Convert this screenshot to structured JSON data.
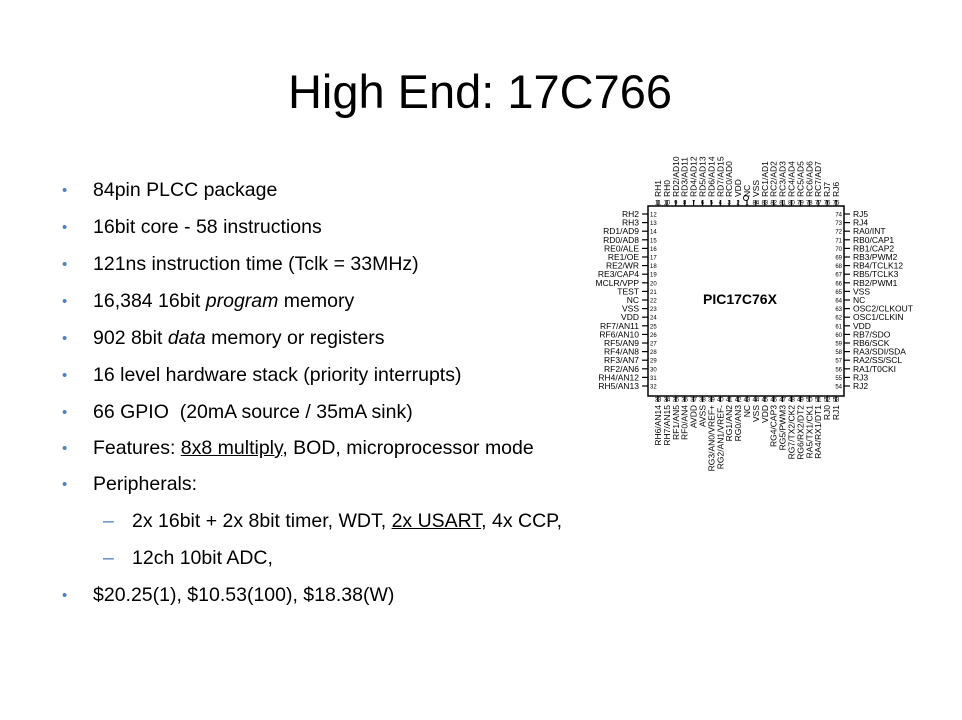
{
  "slide": {
    "title": "High End: 17C766",
    "bullets": {
      "b1": "84pin PLCC package",
      "b2": "16bit core - 58 instructions",
      "b3": "121ns instruction time (Tclk = 33MHz)",
      "b4_prefix": "16,384 16bit ",
      "b4_italic": "program",
      "b4_suffix": " memory",
      "b5_prefix": "902 8bit ",
      "b5_italic": "data",
      "b5_suffix": " memory or registers",
      "b6": "16 level hardware stack (priority interrupts)",
      "b7": "66 GPIO  (20mA source / 35mA sink)",
      "b8_prefix": "Features: ",
      "b8_underline": "8x8 multiply",
      "b8_suffix": ", BOD, microprocessor mode",
      "b9": "Peripherals:",
      "b10_prefix": "2x 16bit + 2x 8bit timer, WDT, ",
      "b10_underline": "2x USART",
      "b10_suffix": ", 4x CCP, ",
      "b11": "12ch 10bit ADC,",
      "b12": "$20.25(1), $10.53(100), $18.38(W)"
    }
  },
  "chip": {
    "name": "PIC17C76X",
    "left_pins": {
      "labels": [
        "RH2",
        "RH3",
        "RD1/AD9",
        "RD0/AD8",
        "RE0/ALE",
        "RE1/OE",
        "RE2/WR",
        "RE3/CAP4",
        "MCLR/VPP",
        "TEST",
        "NC",
        "VSS",
        "VDD",
        "RF7/AN11",
        "RF6/AN10",
        "RF5/AN9",
        "RF4/AN8",
        "RF3/AN7",
        "RF2/AN6",
        "RH4/AN12",
        "RH5/AN13"
      ],
      "numbers": [
        "12",
        "13",
        "14",
        "15",
        "16",
        "17",
        "18",
        "19",
        "20",
        "21",
        "22",
        "23",
        "24",
        "25",
        "26",
        "27",
        "28",
        "29",
        "30",
        "31",
        "32"
      ]
    },
    "right_pins": {
      "labels": [
        "RJ5",
        "RJ4",
        "RA0/INT",
        "RB0/CAP1",
        "RB1/CAP2",
        "RB3/PWM2",
        "RB4/TCLK12",
        "RB5/TCLK3",
        "RB2/PWM1",
        "VSS",
        "NC",
        "OSC2/CLKOUT",
        "OSC1/CLKIN",
        "VDD",
        "RB7/SDO",
        "RB6/SCK",
        "RA3/SDI/SDA",
        "RA2/SS/SCL",
        "RA1/T0CKI",
        "RJ3",
        "RJ2"
      ],
      "numbers": [
        "74",
        "73",
        "72",
        "71",
        "70",
        "69",
        "68",
        "67",
        "66",
        "65",
        "64",
        "63",
        "62",
        "61",
        "60",
        "59",
        "58",
        "57",
        "56",
        "55",
        "54"
      ]
    },
    "top_pins": {
      "labels": [
        "RH1",
        "RH0",
        "RD2/AD10",
        "RD3/AD11",
        "RD4/AD12",
        "RD5/AD13",
        "RD6/AD14",
        "RD7/AD15",
        "RC0/AD0",
        "VDD",
        "NC",
        "VSS",
        "RC1/AD1",
        "RC2/AD2",
        "RC3/AD3",
        "RC4/AD4",
        "RC5/AD5",
        "RC6/AD6",
        "RC7/AD7",
        "RJ7",
        "RJ6"
      ],
      "numbers": [
        "11",
        "10",
        "9",
        "8",
        "7",
        "6",
        "5",
        "4",
        "3",
        "2",
        "1",
        "84",
        "83",
        "82",
        "81",
        "80",
        "79",
        "78",
        "77",
        "76",
        "75"
      ]
    },
    "bottom_pins": {
      "labels": [
        "RH6/AN14",
        "RH7/AN15",
        "RF1/AN5",
        "RF0/AN4",
        "AVDD",
        "AVSS",
        "RG3/AN0/VREF+",
        "RG2/AN1/VREF-",
        "RG1/AN2",
        "RG0/AN3",
        "NC",
        "VSS",
        "VDD",
        "RG4/CAP3",
        "RG5/PWM3",
        "RG7/TX2/CK2",
        "RG6/RX2/DT2",
        "RA5/TX1/CK1",
        "RA4/RX1/DT1",
        "RJ0",
        "RJ1"
      ],
      "numbers": [
        "33",
        "34",
        "35",
        "36",
        "37",
        "38",
        "39",
        "40",
        "41",
        "42",
        "43",
        "44",
        "45",
        "46",
        "47",
        "48",
        "49",
        "50",
        "51",
        "52",
        "53"
      ]
    }
  }
}
